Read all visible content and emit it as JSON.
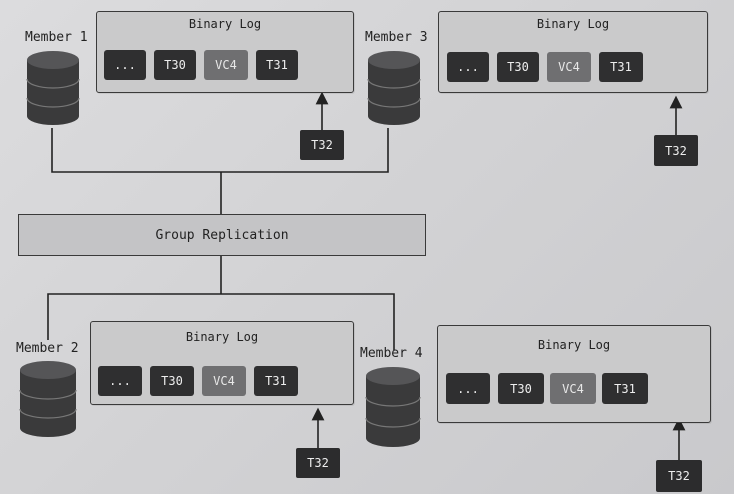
{
  "members": {
    "m1": "Member 1",
    "m2": "Member 2",
    "m3": "Member 3",
    "m4": "Member 4"
  },
  "log_title": "Binary Log",
  "log_entries": [
    "...",
    "T30",
    "VC4",
    "T31"
  ],
  "incoming": "T32",
  "group": "Group Replication",
  "colors": {
    "slot_dark": "#2f2f30",
    "slot_vc": "#6f6f71",
    "panel": "#cacacb",
    "db": "#3a3a3b"
  }
}
